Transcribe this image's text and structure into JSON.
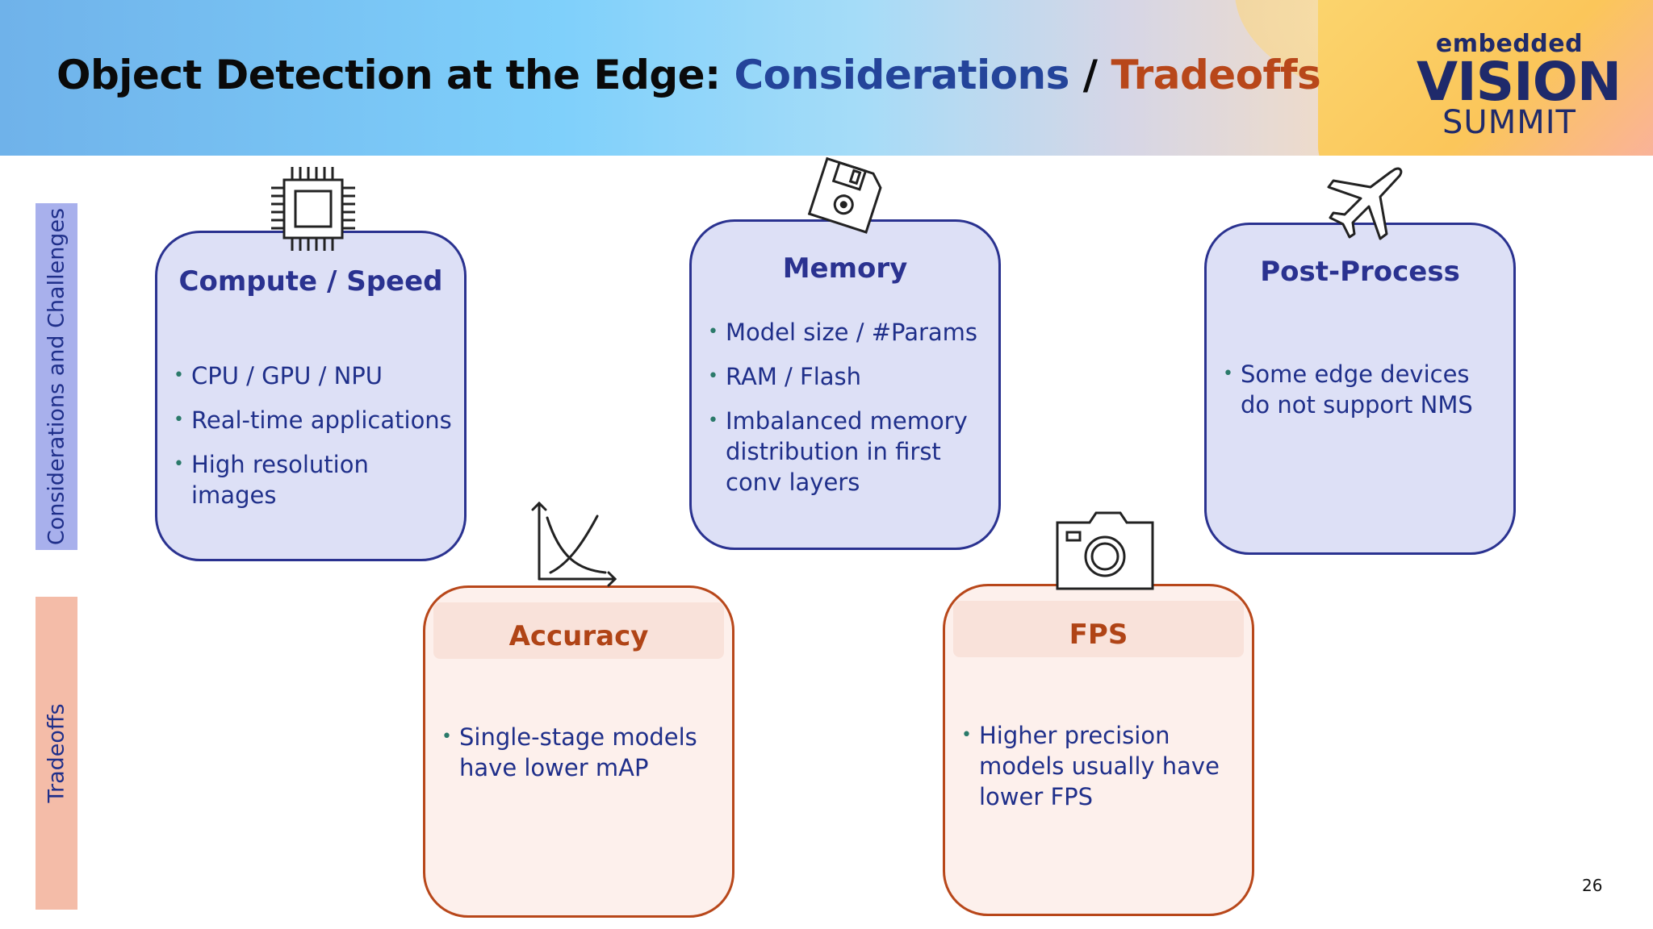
{
  "header": {
    "title_prefix": "Object Detection at the Edge:",
    "title_blue": "Considerations",
    "title_sep": "/",
    "title_orange": "Tradeoffs"
  },
  "logo": {
    "top": "embedded",
    "middle": "VISION",
    "bottom": "SUMMIT"
  },
  "side_labels": {
    "considerations": "Considerations and Challenges",
    "tradeoffs": "Tradeoffs"
  },
  "cards": {
    "compute": {
      "title": "Compute / Speed",
      "icon": "cpu-chip-icon",
      "bullets": [
        "CPU / GPU / NPU",
        "Real-time applications",
        "High resolution images"
      ]
    },
    "memory": {
      "title": "Memory",
      "icon": "floppy-disk-icon",
      "bullets": [
        "Model size / #Params",
        "RAM / Flash",
        "Imbalanced memory distribution in first conv layers"
      ]
    },
    "postprocess": {
      "title": "Post-Process",
      "icon": "airplane-icon",
      "bullets": [
        "Some edge devices do not support NMS"
      ]
    },
    "accuracy": {
      "title": "Accuracy",
      "icon": "tradeoff-curve-icon",
      "bullets": [
        "Single-stage models have lower mAP"
      ]
    },
    "fps": {
      "title": "FPS",
      "icon": "camera-icon",
      "bullets": [
        "Higher precision models usually have lower FPS"
      ]
    }
  },
  "colors": {
    "consider_accent": "#2a3290",
    "consider_fill": "#dde0f6",
    "tradeoff_accent": "#b8471a",
    "tradeoff_fill": "#fdf0ec"
  },
  "page_number": "26"
}
